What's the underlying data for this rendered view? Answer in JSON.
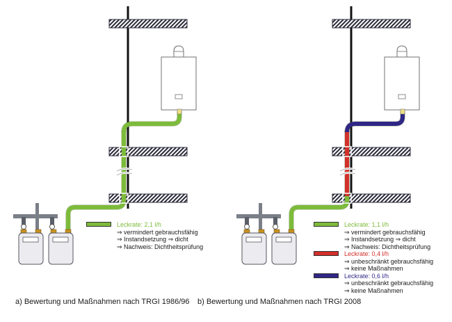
{
  "colors": {
    "green_pipe": "#7dbb3a",
    "red_pipe": "#d2302b",
    "blue_pipe": "#2f2686",
    "wall": "#111111",
    "slab_border": "#2a2a3a",
    "meter_fill": "#ebebf0",
    "meter_border": "#55555f",
    "manifold": "#7a7f88",
    "fitting": "#c8921f",
    "heater_border": "#707070"
  },
  "panels": [
    {
      "id": "a",
      "caption": "a) Bewertung und Maßnahmen nach TRGI 1986/96",
      "pipe_segments": {
        "lower": "green",
        "riser": "green",
        "upper": "green"
      },
      "legend": [
        {
          "swatch": "green",
          "title": "Leckrate: 2,1 l/h",
          "lines": [
            "⇒ vermindert gebrauchsfähig",
            "⇒ Instandsetzung ⇒ dicht",
            "⇒ Nachweis: Dichtheitsprüfung"
          ]
        }
      ]
    },
    {
      "id": "b",
      "caption": "b) Bewertung und Maßnahmen nach TRGI 2008",
      "pipe_segments": {
        "lower": "green",
        "riser": "red",
        "upper": "blue"
      },
      "legend": [
        {
          "swatch": "green",
          "title": "Leckrate: 1,1 l/h",
          "lines": [
            "⇒ vermindert gebrauchsfähig",
            "⇒ Instandsetzung ⇒ dicht",
            "⇒ Nachweis: Dichtheitsprüfung"
          ]
        },
        {
          "swatch": "red",
          "title": "Leckrate: 0,4 l/h",
          "lines": [
            "⇒ unbeschränkt gebrauchsfähig",
            "⇒ keine Maßnahmen"
          ]
        },
        {
          "swatch": "blue",
          "title": "Leckrate: 0,6 l/h",
          "lines": [
            "⇒ unbeschränkt gebrauchsfähig",
            "⇒ keine Maßnahmen"
          ]
        }
      ]
    }
  ]
}
